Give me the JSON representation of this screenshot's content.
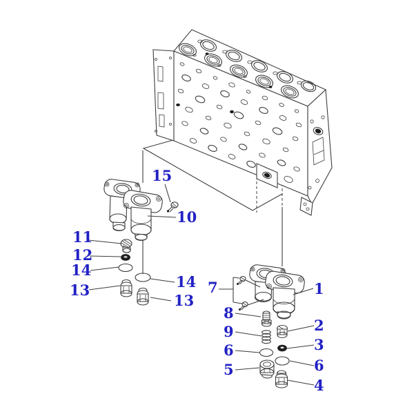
{
  "diagram": {
    "type": "exploded-parts-diagram",
    "colors": {
      "callout_blue": "#2121c4",
      "line": "#3c3c3c",
      "background": "#ffffff"
    }
  },
  "callouts": [
    {
      "label": "15"
    },
    {
      "label": "10"
    },
    {
      "label": "11"
    },
    {
      "label": "12"
    },
    {
      "label": "14"
    },
    {
      "label": "13"
    },
    {
      "label": "14"
    },
    {
      "label": "13"
    },
    {
      "label": "7"
    },
    {
      "label": "1"
    },
    {
      "label": "8"
    },
    {
      "label": "2"
    },
    {
      "label": "9"
    },
    {
      "label": "3"
    },
    {
      "label": "6"
    },
    {
      "label": "6"
    },
    {
      "label": "5"
    },
    {
      "label": "4"
    }
  ]
}
